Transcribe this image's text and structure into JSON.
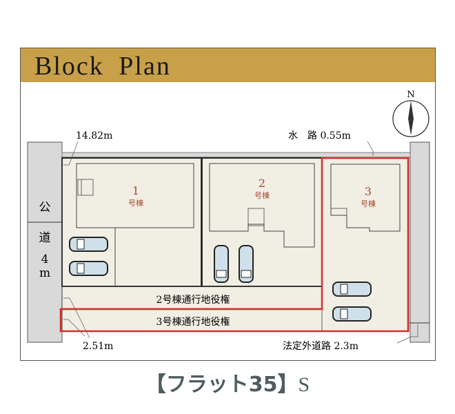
{
  "title": "Block Plan",
  "compass": {
    "label": "N"
  },
  "dimensions": {
    "frontage": "14.82m",
    "waterway": "水　路 0.55m",
    "easement_width": "2.51m",
    "private_road": "法定外道路 2.3m"
  },
  "public_road": {
    "chars": [
      "公",
      "道",
      "4",
      "m"
    ]
  },
  "lots": [
    {
      "number": "1",
      "label": "号棟"
    },
    {
      "number": "2",
      "label": "号棟"
    },
    {
      "number": "3",
      "label": "号棟"
    }
  ],
  "easements": [
    "2号棟通行地役権",
    "3号棟通行地役権"
  ],
  "footer": {
    "brand": "【フラット35】",
    "suffix": "S"
  },
  "colors": {
    "header": "#c9a04a",
    "lot_fill": "#f1eee4",
    "highlight": "#d6302a",
    "lot_text": "#a84a2e",
    "road": "#d9d9d9"
  }
}
